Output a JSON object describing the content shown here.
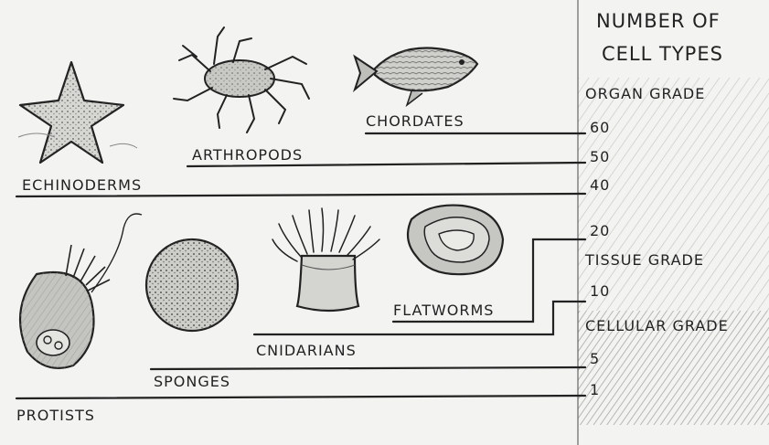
{
  "scale": {
    "title_line1": "NUMBER OF",
    "title_line2": "CELL TYPES",
    "grades": {
      "organ": "ORGAN GRADE",
      "tissue": "TISSUE GRADE",
      "cellular": "CELLULAR GRADE"
    },
    "ticks": [
      "60",
      "50",
      "40",
      "20",
      "10",
      "5",
      "1"
    ]
  },
  "organisms": {
    "chordates": "CHORDATES",
    "arthropods": "ARTHROPODS",
    "echinoderms": "ECHINODERMS",
    "flatworms": "FLATWORMS",
    "cnidarians": "CNIDARIANS",
    "sponges": "SPONGES",
    "protists": "PROTISTS"
  }
}
